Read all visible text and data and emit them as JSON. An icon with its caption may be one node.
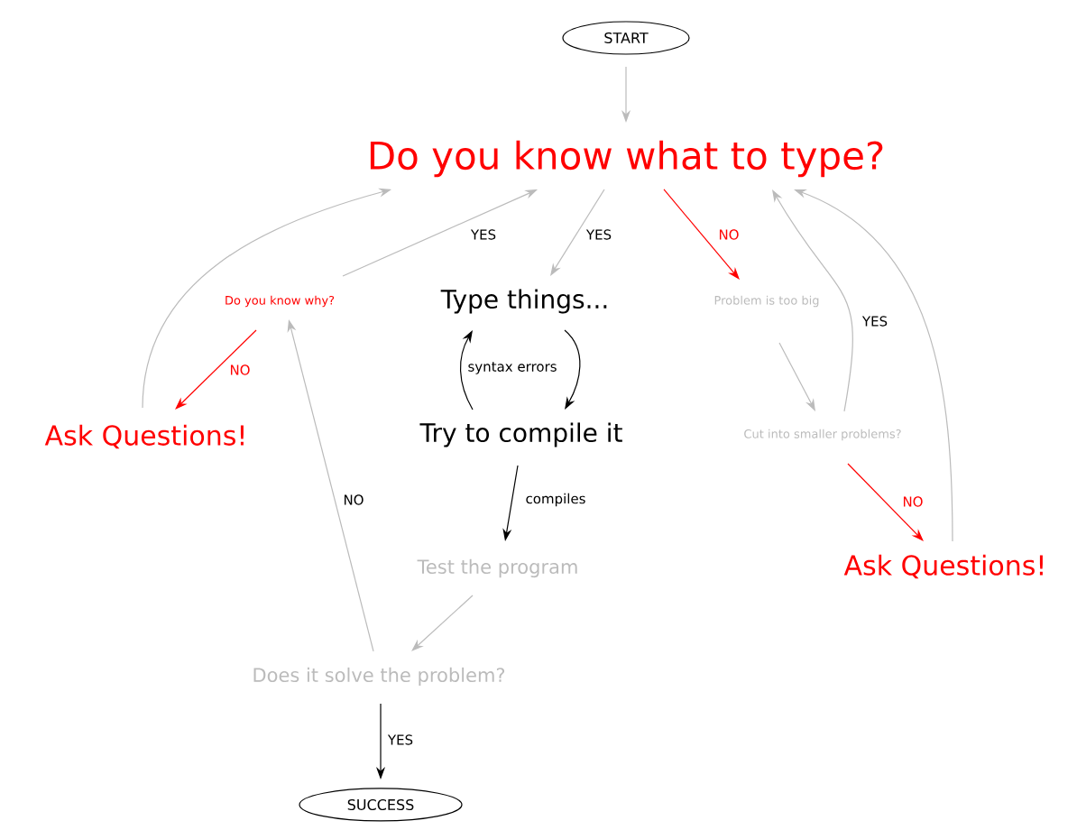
{
  "diagram": {
    "nodes": [
      {
        "text": [
          "START"
        ]
      },
      {
        "text": [
          "Do you know what to type?"
        ]
      },
      {
        "text": [
          "Do you know why?"
        ]
      },
      {
        "text": [
          "Type things..."
        ]
      },
      {
        "text": [
          "Problem is too big"
        ]
      },
      {
        "text": [
          "Ask Questions!"
        ]
      },
      {
        "text": [
          "Try to compile it"
        ]
      },
      {
        "text": [
          "Cut into smaller problems?"
        ]
      },
      {
        "text": [
          "Test the program"
        ]
      },
      {
        "text": [
          "Ask Questions!"
        ]
      },
      {
        "text": [
          "Does it solve the problem?"
        ]
      },
      {
        "text": [
          "SUCCESS"
        ]
      }
    ],
    "edges": [
      {
        "from": 0,
        "to": 1,
        "arrow": "to"
      },
      {
        "from": 1,
        "to": 3,
        "arrow": "to",
        "label": "YES"
      },
      {
        "from": 1,
        "to": 4,
        "arrow": "to",
        "label": "NO",
        "color": "#ff0000"
      },
      {
        "from": 2,
        "to": 1,
        "arrow": "to",
        "label": "YES"
      },
      {
        "from": 2,
        "to": 5,
        "arrow": "to",
        "label": "NO",
        "color": "#ff0000"
      },
      {
        "from": 5,
        "to": 1,
        "arrow": "to"
      },
      {
        "from": 3,
        "to": 6,
        "arrow": "to",
        "color": "#000000"
      },
      {
        "from": 6,
        "to": 3,
        "arrow": "to",
        "label": "syntax errors",
        "color": "#000000"
      },
      {
        "from": 6,
        "to": 8,
        "arrow": "to",
        "label": "compiles",
        "color": "#000000"
      },
      {
        "from": 4,
        "to": 7,
        "arrow": "to"
      },
      {
        "from": 7,
        "to": 1,
        "arrow": "to",
        "label": "YES"
      },
      {
        "from": 7,
        "to": 9,
        "arrow": "to",
        "label": "NO",
        "color": "#ff0000"
      },
      {
        "from": 9,
        "to": 1,
        "arrow": "to"
      },
      {
        "from": 8,
        "to": 10,
        "arrow": "to"
      },
      {
        "from": 10,
        "to": 2,
        "arrow": "to",
        "label": "NO"
      },
      {
        "from": 10,
        "to": 11,
        "arrow": "to",
        "label": "YES",
        "color": "#000000"
      }
    ]
  }
}
